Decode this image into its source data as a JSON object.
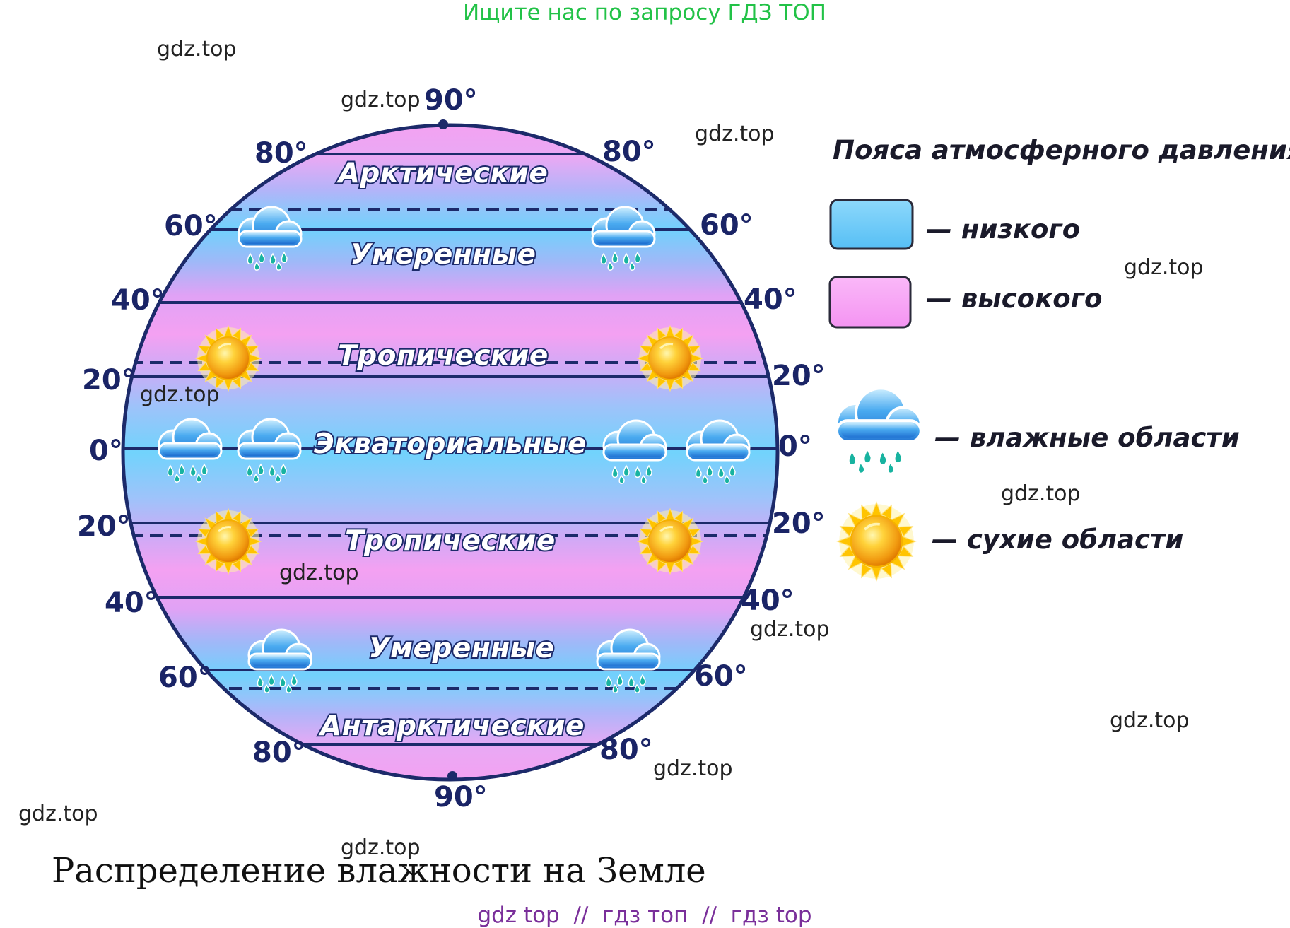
{
  "top_banner": "Ищите нас по запросу ГДЗ ТОП",
  "watermark": "gdz.top",
  "bottom_banner": "gdz top  //  гдз топ  //  гдз top",
  "caption": "Распределение влажности на Земле",
  "latitude_labels": {
    "north_pole": "90°",
    "south_pole": "90°",
    "lat_80": "80°",
    "lat_60": "60°",
    "lat_40": "40°",
    "lat_20": "20°",
    "lat_0": "0°"
  },
  "belts": {
    "arctic": "Арктические",
    "temperate_north": "Умеренные",
    "tropical_north": "Тропические",
    "equatorial": "Экваториальные",
    "tropical_south": "Тропические",
    "temperate_south": "Умеренные",
    "antarctic": "Антарктические"
  },
  "legend": {
    "title": "Пояса атмосферного давления",
    "low": "— низкого",
    "high": "— высокого",
    "humid": "— влажные области",
    "dry": "— сухие области",
    "low_color": "#6ccbf7",
    "high_color": "#f7a3f4"
  },
  "icons": {
    "rain": "rain-cloud-icon",
    "sun": "sun-icon"
  }
}
